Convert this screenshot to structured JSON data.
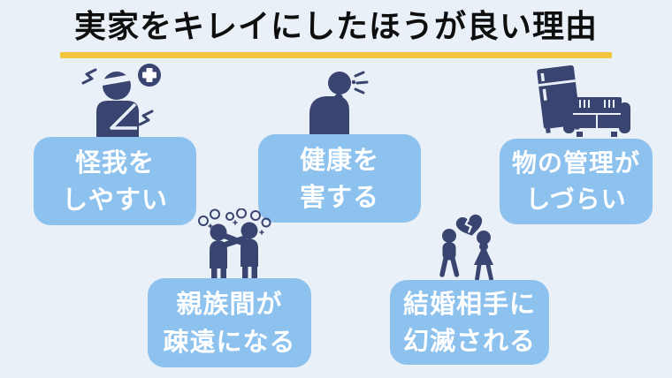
{
  "title": {
    "text": "実家をキレイにしたほうが良い理由"
  },
  "colors": {
    "background": "#e9f0f7",
    "box_fill": "#8dc2ef",
    "icon_navy": "#3a4470",
    "underline_gold": "#f2c53d",
    "title_black": "#0e0e0e",
    "box_text": "#ffffff"
  },
  "reasons": [
    {
      "icon": "injured-person-icon",
      "label_line1": "怪我を",
      "label_line2": "しやすい"
    },
    {
      "icon": "coughing-person-icon",
      "label_line1": "健康を",
      "label_line2": "害する"
    },
    {
      "icon": "fridge-sofa-icon",
      "label_line1": "物の管理が",
      "label_line2": "しづらい"
    },
    {
      "icon": "arguing-relatives-icon",
      "label_line1": "親族間が",
      "label_line2": "疎遠になる"
    },
    {
      "icon": "broken-heart-couple-icon",
      "label_line1": "結婚相手に",
      "label_line2": "幻滅される"
    }
  ]
}
